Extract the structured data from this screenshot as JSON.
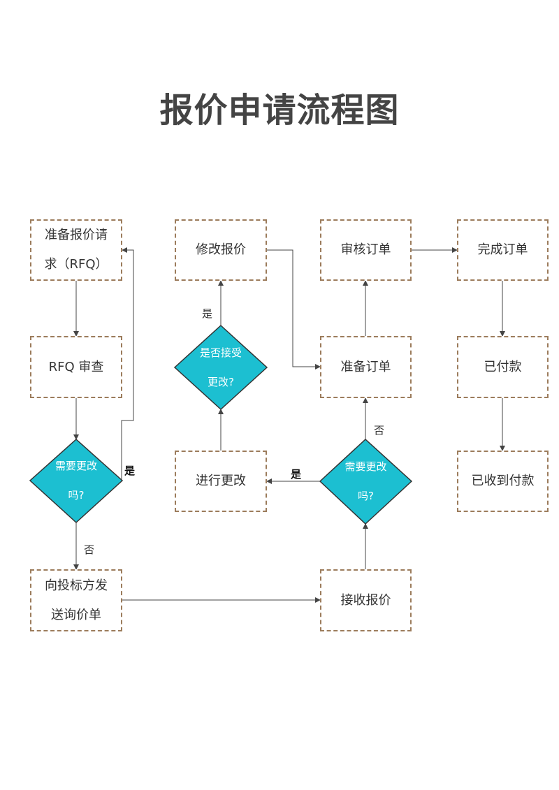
{
  "title": "报价申请流程图",
  "nodes": {
    "prepare_rfq": "准备报价请\n求（RFQ）",
    "rfq_review": "RFQ 审查",
    "need_change_1": "需要更改\n吗?",
    "send_inquiry": "向投标方发\n送询价单",
    "modify_quote": "修改报价",
    "accept_change": "是否接受\n更改?",
    "make_change": "进行更改",
    "review_order": "审核订单",
    "prepare_order": "准备订单",
    "need_change_2": "需要更改\n吗?",
    "receive_quote": "接收报价",
    "complete_order": "完成订单",
    "paid": "已付款",
    "payment_received": "已收到付款"
  },
  "labels": {
    "yes_1": "是",
    "no_1": "否",
    "yes_2": "是",
    "yes_3": "是",
    "no_2": "否"
  },
  "colors": {
    "diamond_fill": "#1cbfd1",
    "box_border": "#9c7c5c",
    "line": "#444444",
    "title": "#444444"
  }
}
